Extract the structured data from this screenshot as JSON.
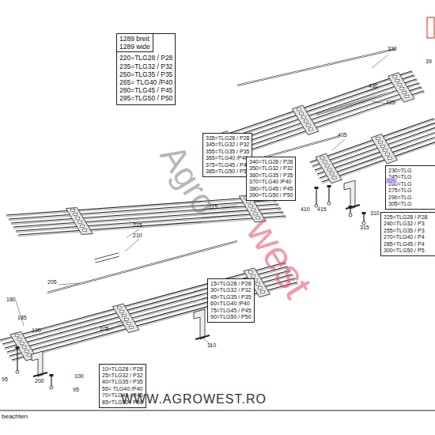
{
  "diagram": {
    "nodes": [
      {
        "text": [
          "220=TLG28 / P28",
          "235=TLG32 / P32",
          "250=TLG35 / P35",
          "265= TLG40 /P40",
          "280=TLG45 / P45",
          "295=TLG50 / P50"
        ]
      },
      {
        "text": [
          "1289 breit",
          "1289 wide"
        ],
        "in": 0
      },
      {
        "text": [
          "335=TLG28 / P28",
          "345=TLG32 / P32",
          "355=TLG35 / P35",
          "365=TLG40 /P40",
          "375=TLG45 / P45",
          "385=TLG50 / P50"
        ]
      },
      {
        "text": [
          "340=TLG28 / P28",
          "350=TLG32 / P32",
          "360=TLG35 / P35",
          "370=TLG40 /P40",
          "380=TLG45 / P45",
          "390=TLG50 / P50"
        ]
      },
      {
        "text": [
          "230=TLG",
          "245=TLG",
          "260=TLG",
          "275=TLG",
          "290=TLG",
          "305=TLG"
        ]
      },
      {
        "text": [
          "225=TLG28 / P28",
          "240=TLG32 / P3",
          "255=TLG35 / P3",
          "270=TLG40 / P4",
          "285=TLG45 / P4",
          "300=TLG50 / P5"
        ]
      },
      {
        "text": [
          "15=TLG28 / P28",
          "30=TLG32 / P32",
          "45=TLG35 / P35",
          "60=TLG40 /P40",
          "75=TLG45 / P45",
          "90=TLG50 / P50"
        ]
      },
      {
        "text": [
          "10=TLG28 / P28",
          "25=TLG32 / P32",
          "40=TLG35 / P35",
          "55= TLG40 /P40",
          "70=TLG45 / P45",
          "85=TLG50 / P50"
        ]
      }
    ],
    "labels": [
      "330",
      "39",
      "430",
      "425",
      "405",
      "320",
      "410",
      "415",
      "310",
      "315",
      "115",
      "215",
      "210",
      "205",
      "180",
      "185",
      "190",
      "95",
      "200",
      "95",
      "100",
      "105",
      "110",
      "Agro",
      "west",
      "WWW.AGROWEST.RO",
      "beachten"
    ]
  }
}
